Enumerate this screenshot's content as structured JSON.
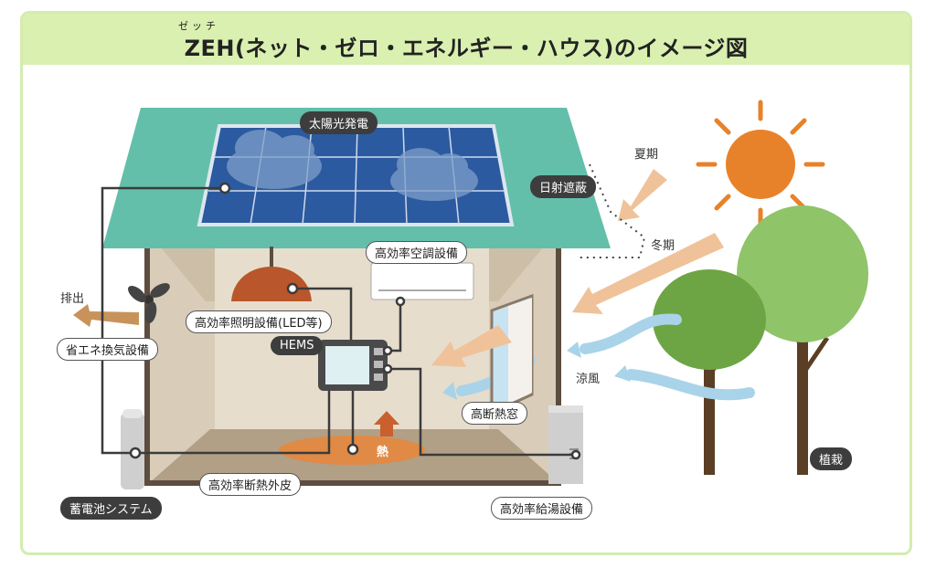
{
  "title": {
    "ruby": "ゼッチ",
    "text": "ZEH(ネット・ゼロ・エネルギー・ハウス)のイメージ図"
  },
  "labels": {
    "solar": "太陽光発電",
    "sun_shading": "日射遮蔽",
    "summer": "夏期",
    "winter": "冬期",
    "aircon": "高効率空調設備",
    "exhaust": "排出",
    "lighting": "高効率照明設備(LED等)",
    "ventilation": "省エネ換気設備",
    "hems": "HEMS",
    "window": "高断熱窓",
    "cool_breeze": "涼風",
    "heat": "熱",
    "battery": "蓄電池システム",
    "insulation": "高効率断熱外皮",
    "water_heater": "高効率給湯設備",
    "trees": "植栽"
  },
  "colors": {
    "title_bar": "#d9f0b0",
    "roof": "#63bfaa",
    "solar_panel": "#2c5aa0",
    "sun": "#e8822a",
    "tree_light": "#8fc469",
    "tree_dark": "#6ea544",
    "warm_arrow": "#efc29a",
    "cool_arrow": "#a9d3e8",
    "lamp": "#b9562b"
  }
}
